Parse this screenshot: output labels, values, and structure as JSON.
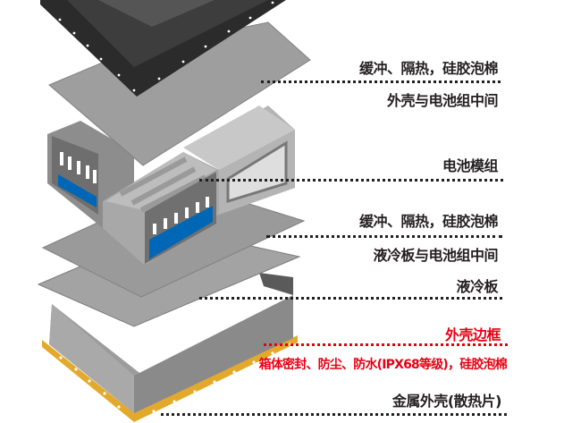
{
  "labels": {
    "buffer_top": "缓冲、隔热，硅胶泡棉",
    "buffer_top_sub": "外壳与电池组中间",
    "battery_module": "电池模组",
    "buffer_mid": "缓冲、隔热，硅胶泡棉",
    "buffer_mid_sub": "液冷板与电池组中间",
    "cooling_plate": "液冷板",
    "outer_frame": "外壳边框",
    "outer_frame_sub": "箱体密封、防尘、防水(IPX68等级)，硅胶泡棉",
    "metal_shell": "金属外壳(散热片)"
  },
  "colors": {
    "text": "#231f20",
    "highlight": "#e60012",
    "frame": "#e3a92a",
    "module_stripe": "#0067b6"
  }
}
